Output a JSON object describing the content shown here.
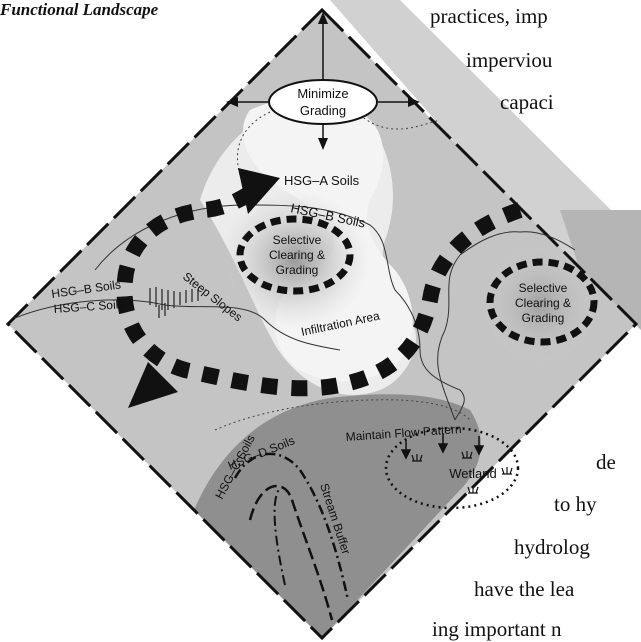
{
  "caption": "Functional Landscape",
  "body_text_right": [
    "practices, imp",
    "imperviou",
    "capaci"
  ],
  "body_text_bottom": [
    "de",
    "to hy",
    "hydrolog",
    "have the lea",
    "ing important n"
  ],
  "diagram": {
    "labels": {
      "minimize_grading": [
        "Minimize",
        "Grading"
      ],
      "hsg_a": "HSG–A Soils",
      "hsg_b_top": "HSG–B Soils",
      "selective_left": [
        "Selective",
        "Clearing &",
        "Grading"
      ],
      "hsg_b_left": "HSG–B Soils",
      "hsg_c_left": "HSG–C Soils",
      "steep_slopes": "Steep Slopes",
      "infiltration_area": "Infiltration Area",
      "selective_right": [
        "Selective",
        "Clearing &",
        "Grading"
      ],
      "maintain_flow": "Maintain Flow Pattern",
      "hsg_c_bottom": "HSG–C Soils",
      "hsg_d": "HSG–D Soils",
      "stream_buffer": "Stream Buffer",
      "wetland": "Wetland"
    },
    "colors": {
      "outside": "#c4c4c4",
      "hsg_a_zone": "#f2f2f2",
      "infiltration_zone": "#e9e9e9",
      "wetland_zone": "#8f8f8f",
      "side_tab": "#b8b8b8",
      "ink": "#111111"
    }
  }
}
